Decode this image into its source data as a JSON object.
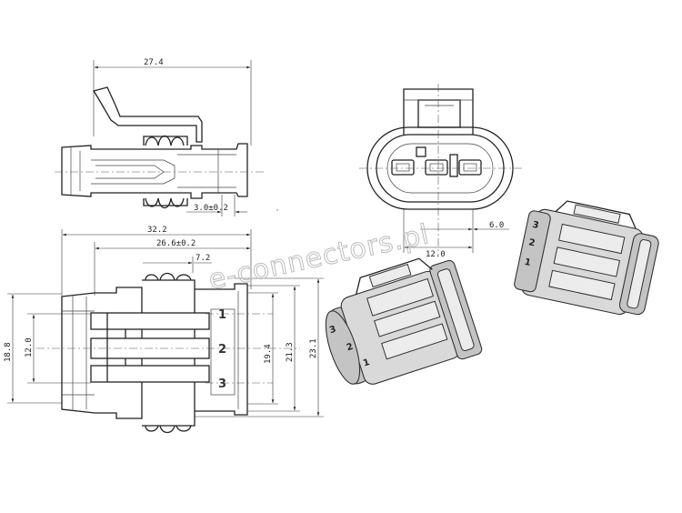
{
  "watermark": "e-connectors.pl",
  "side_view": {
    "overall_length": "27.4",
    "latch_offset": "3.0±0.2"
  },
  "front_view": {
    "cavity_span": "12.0",
    "cavity_pitch": "6.0"
  },
  "top_view": {
    "overall_length": "32.2",
    "body_length": "26.6±0.2",
    "seal_offset": "7.2",
    "left_height_outer": "18.8",
    "left_height_inner": "12.0",
    "right_height_1": "19.4",
    "right_height_2": "21.3",
    "right_height_3": "23.1",
    "pin_labels": [
      "1",
      "2",
      "3"
    ]
  },
  "iso_view_1": {
    "pin_labels": [
      "3",
      "2",
      "1"
    ]
  },
  "iso_view_2": {
    "pin_labels": [
      "3",
      "2",
      "1"
    ]
  }
}
